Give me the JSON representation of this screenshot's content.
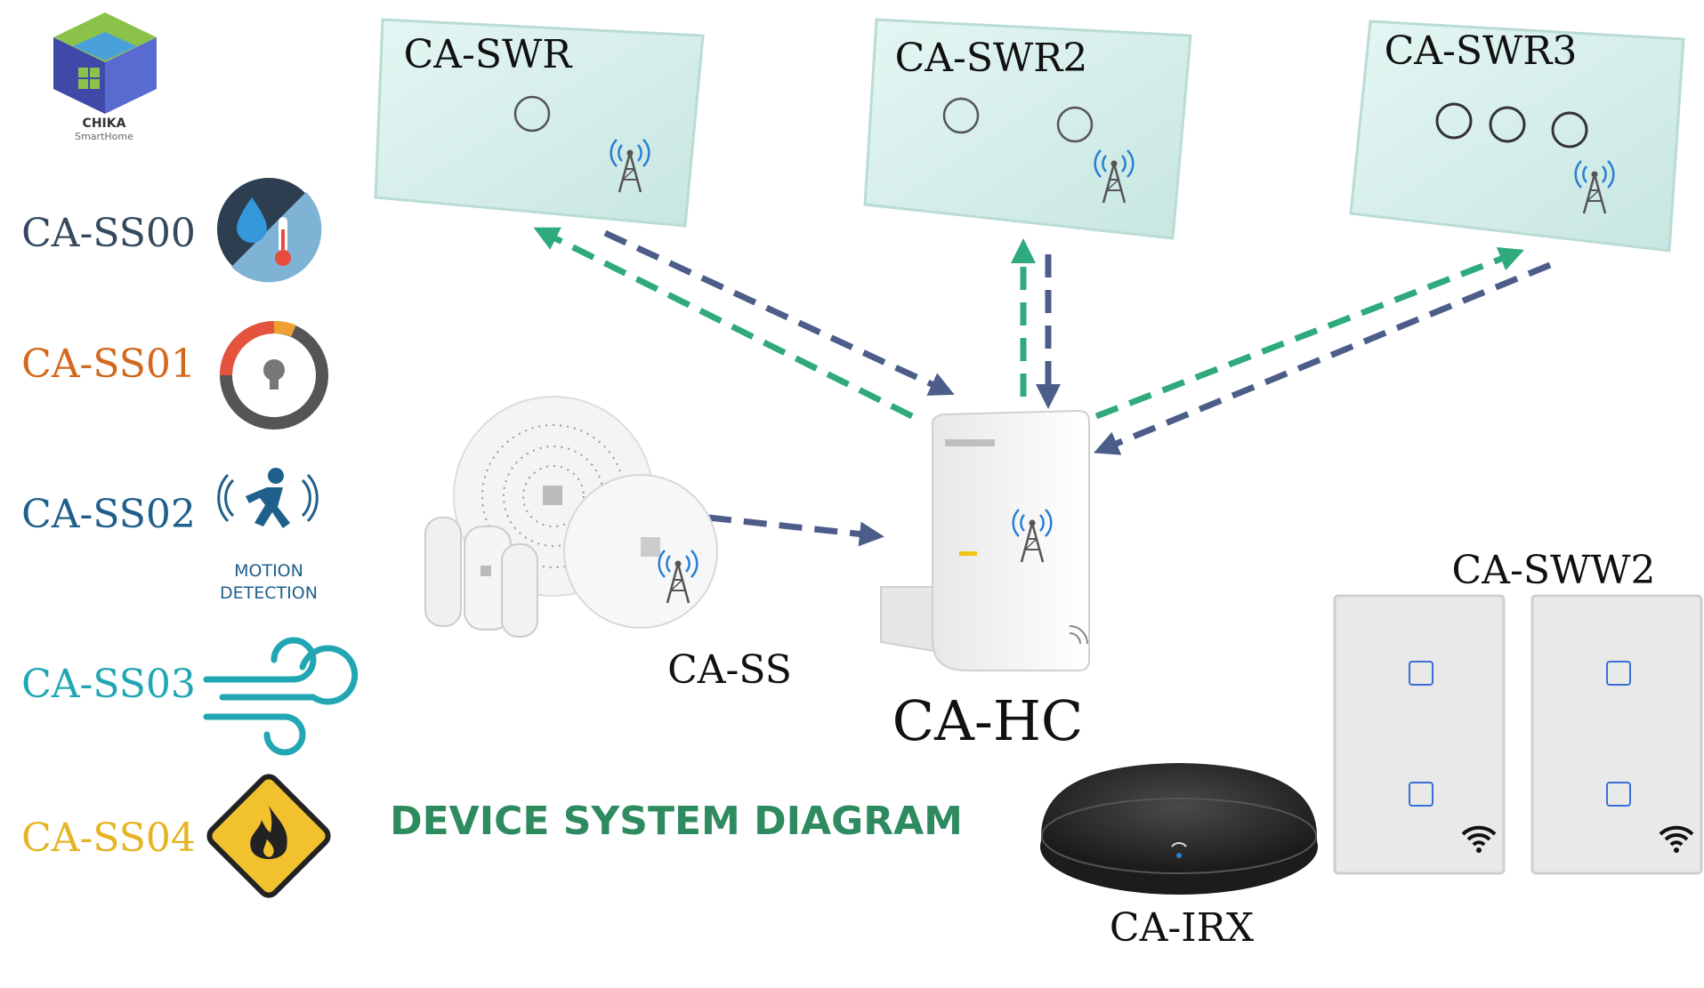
{
  "logo": {
    "brand": "CHIKA",
    "sub": "SmartHome"
  },
  "title": "DEVICE SYSTEM DIAGRAM",
  "sensors": [
    {
      "label": "CA-SS00",
      "color": "#34495e"
    },
    {
      "label": "CA-SS01",
      "color": "#d2691e"
    },
    {
      "label": "CA-SS02",
      "color": "#1f5f8b"
    },
    {
      "label": "CA-SS03",
      "color": "#22a6b3"
    },
    {
      "label": "CA-SS04",
      "color": "#e6b422"
    }
  ],
  "motion_text": {
    "line1": "MOTION",
    "line2": "DETECTION"
  },
  "devices": {
    "swr1": "CA-SWR",
    "swr2": "CA-SWR2",
    "swr3": "CA-SWR3",
    "ss": "CA-SS",
    "hc": "CA-HC",
    "irx": "CA-IRX",
    "sww2": "CA-SWW2"
  },
  "colors": {
    "arrow_green": "#2eaa7c",
    "arrow_blue": "#4d5d8a",
    "title": "#2e8b5f",
    "glass": "#d9f0ec"
  }
}
